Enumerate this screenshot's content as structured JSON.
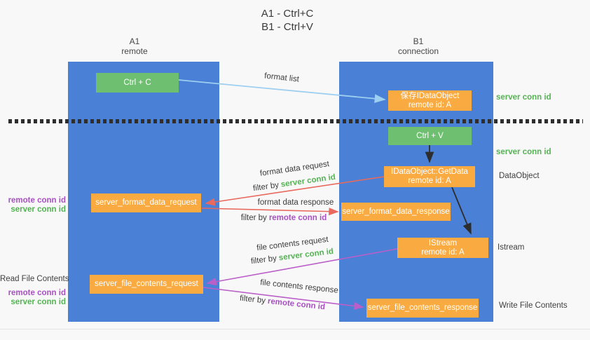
{
  "title": {
    "line1": "A1 - Ctrl+C",
    "line2": "B1 - Ctrl+V"
  },
  "lanes": {
    "a": {
      "name": "A1",
      "role": "remote"
    },
    "b": {
      "name": "B1",
      "role": "connection"
    }
  },
  "nodes": {
    "ctrl_c": {
      "label": "Ctrl + C"
    },
    "save_idataobject": {
      "line1": "保存IDataObject",
      "line2": "remote id: A"
    },
    "ctrl_v": {
      "label": "Ctrl + V"
    },
    "getdata": {
      "line1": "IDataObject::GetData",
      "line2": "remote id: A"
    },
    "format_request": {
      "label": "server_format_data_request"
    },
    "format_response": {
      "label": "server_format_data_response"
    },
    "istream": {
      "line1": "IStream",
      "line2": "remote id: A"
    },
    "file_request": {
      "label": "server_file_contents_request"
    },
    "file_response": {
      "label": "server_file_contents_response"
    }
  },
  "flow_labels": {
    "format_list": "format list",
    "format_data_request": "format data request",
    "filter_server_1": {
      "prefix": "filter by",
      "key": "server conn id"
    },
    "format_data_response": "format data response",
    "filter_remote_1": {
      "prefix": "filter by",
      "key": "remote conn id"
    },
    "file_contents_request": "file contents request",
    "filter_server_2": {
      "prefix": "filter by",
      "key": "server conn id"
    },
    "file_contents_response": "file contents response",
    "filter_remote_2": {
      "prefix": "filter by",
      "key": "remote conn id"
    }
  },
  "side_labels": {
    "right": {
      "server_conn_top": "server conn id",
      "server_conn_mid": "server conn id",
      "dataobject": "DataObject",
      "istream": "Istream",
      "write_file": "Write File Contents"
    },
    "left": {
      "remote_conn_1": "remote conn id",
      "server_conn_1": "server conn id",
      "read_file": "Read File Contents",
      "remote_conn_2": "remote conn id",
      "server_conn_2": "server conn id"
    }
  },
  "colors": {
    "lane_blue": "#4a80d5",
    "green_box": "#6ebf70",
    "orange_box": "#f9ab42",
    "green_text": "#54b353",
    "purple_text": "#a950c2",
    "blue_arrow": "#9dcff0",
    "red_arrow": "#e8695d",
    "magenta_arrow": "#ba5fc8",
    "black_arrow": "#2d2d2d"
  }
}
